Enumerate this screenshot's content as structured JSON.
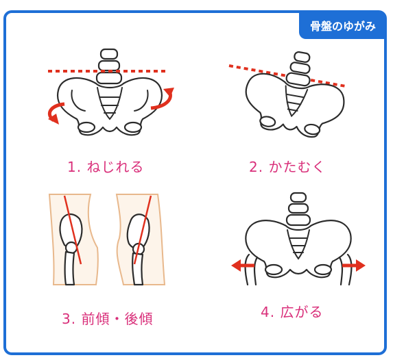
{
  "header": {
    "title": "骨盤のゆがみ"
  },
  "panels": [
    {
      "caption": "1. ねじれる"
    },
    {
      "caption": "2. かたむく"
    },
    {
      "caption": "3. 前傾・後傾"
    },
    {
      "caption": "4. 広がる"
    }
  ],
  "colors": {
    "frame": "#1e6fd6",
    "caption": "#d92f7a",
    "arrow": "#e0301e"
  },
  "icons": [
    "pelvis-twist-illustration",
    "pelvis-tilt-illustration",
    "pelvis-anterior-posterior-illustration",
    "pelvis-widen-illustration"
  ]
}
